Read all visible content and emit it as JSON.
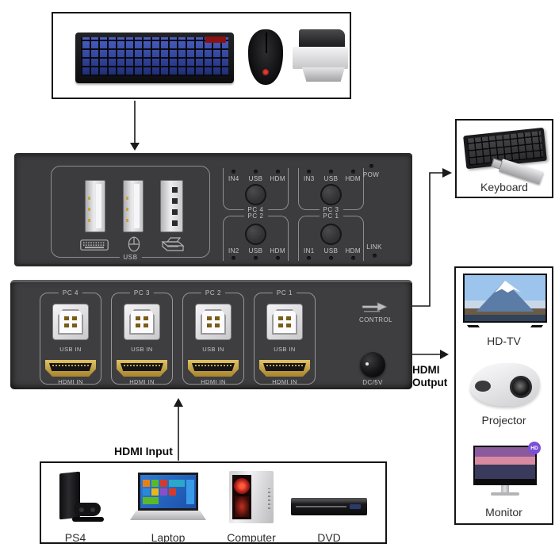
{
  "peripheral_box": {
    "items": [
      {
        "icon": "gaming-keyboard-image"
      },
      {
        "icon": "gaming-mouse-image"
      },
      {
        "icon": "printer-image"
      }
    ]
  },
  "top_device": {
    "usb_section_label": "USB",
    "port_icons": [
      "keyboard-icon",
      "mouse-icon",
      "printer-icon"
    ],
    "groups": [
      {
        "label": "PC 4",
        "leds": [
          "IN4",
          "USB",
          "HDM"
        ]
      },
      {
        "label": "PC 3",
        "leds": [
          "IN3",
          "USB",
          "HDM"
        ]
      },
      {
        "label": "PC 2",
        "leds": [
          "IN2",
          "USB",
          "HDM"
        ]
      },
      {
        "label": "PC 1",
        "leds": [
          "IN1",
          "USB",
          "HDM"
        ]
      }
    ],
    "power_led_label": "POW",
    "link_led_label": "LINK"
  },
  "front_device": {
    "channels": [
      {
        "label": "PC 4",
        "usb_label": "USB IN",
        "hdmi_label": "HDMI IN"
      },
      {
        "label": "PC 3",
        "usb_label": "USB IN",
        "hdmi_label": "HDMI IN"
      },
      {
        "label": "PC 2",
        "usb_label": "USB IN",
        "hdmi_label": "HDMI IN"
      },
      {
        "label": "PC 1",
        "usb_label": "USB IN",
        "hdmi_label": "HDMI IN"
      }
    ],
    "control_label": "CONTROL",
    "dc_label": "DC/5V"
  },
  "keyboard_box": {
    "label": "Keyboard"
  },
  "display_box": {
    "items": [
      {
        "label": "HD-TV"
      },
      {
        "label": "Projector"
      },
      {
        "label": "Monitor",
        "badge": "HD"
      }
    ]
  },
  "source_box": {
    "items": [
      {
        "label": "PS4"
      },
      {
        "label": "Laptop"
      },
      {
        "label": "Computer"
      },
      {
        "label": "DVD"
      }
    ]
  },
  "annotations": {
    "hdmi_input": "HDMI Input",
    "hdmi_output_line1": "HDMI",
    "hdmi_output_line2": "Output"
  },
  "colors": {
    "panel": "#3c3c3e",
    "panel_outline": "#8e8e90",
    "hdmi_gold": "#c9a43c",
    "box_border": "#151515",
    "device_text": "#c6c6c8"
  }
}
